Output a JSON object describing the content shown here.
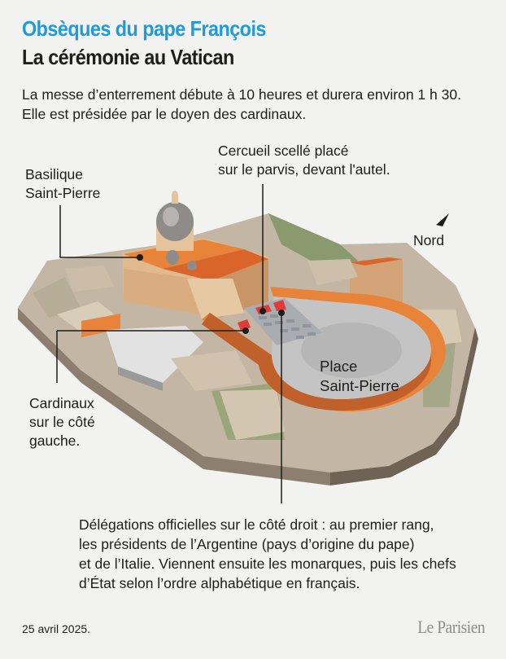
{
  "header": {
    "title": "Obsèques du pape François",
    "subtitle": "La cérémonie au Vatican"
  },
  "intro": {
    "line1": "La messe d’enterrement débute à 10 heures et durera environ 1 h 30.",
    "line2": "Elle est présidée par le doyen des cardinaux."
  },
  "annotations": {
    "basilica": {
      "line1": "Basilique",
      "line2": "Saint-Pierre"
    },
    "coffin": {
      "line1": "Cercueil scellé placé",
      "line2": "sur le parvis, devant l'autel."
    },
    "north": "Nord",
    "square": {
      "line1": "Place",
      "line2": "Saint-Pierre"
    },
    "cardinals": {
      "line1": "Cardinaux",
      "line2": "sur le côté",
      "line3": "gauche."
    },
    "delegations": {
      "line1": "Délégations officielles sur le côté droit : au premier rang,",
      "line2": "les présidents de l’Argentine (pays d’origine du pape)",
      "line3": "et de l’Italie. Viennent ensuite les monarques, puis les chefs",
      "line4": "d’État selon l’ordre alphabétique en français."
    }
  },
  "footer": {
    "date": "25 avril 2025.",
    "brand": "Le Parisien"
  },
  "colors": {
    "title_blue": "#1f9bd7",
    "building_orange": "#e8833a",
    "roof_orange": "#d9652a",
    "square_grey": "#c4c4c4",
    "text": "#1d1d1b"
  }
}
